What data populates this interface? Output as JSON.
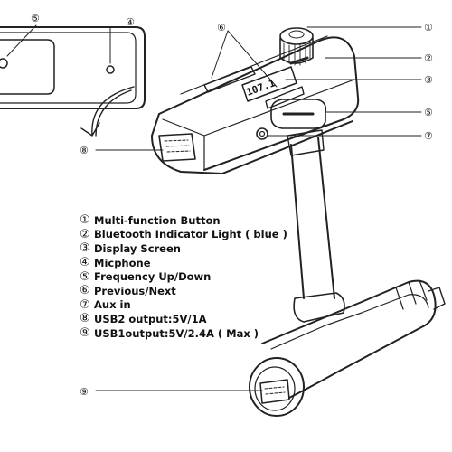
{
  "display": {
    "frequency": "107.1"
  },
  "markers": [
    "①",
    "②",
    "③",
    "④",
    "⑤",
    "⑥",
    "⑦",
    "⑧",
    "⑨"
  ],
  "legend": [
    {
      "num": "①",
      "label": "Multi-function Button"
    },
    {
      "num": "②",
      "label": "Bluetooth Indicator Light ( blue )"
    },
    {
      "num": "③",
      "label": "Display Screen"
    },
    {
      "num": "④",
      "label": "Micphone"
    },
    {
      "num": "⑤",
      "label": "Frequency Up/Down"
    },
    {
      "num": "⑥",
      "label": "Previous/Next"
    },
    {
      "num": "⑦",
      "label": "Aux in"
    },
    {
      "num": "⑧",
      "label": "USB2 output:5V/1A"
    },
    {
      "num": "⑨",
      "label": "USB1output:5V/2.4A ( Max )"
    }
  ]
}
